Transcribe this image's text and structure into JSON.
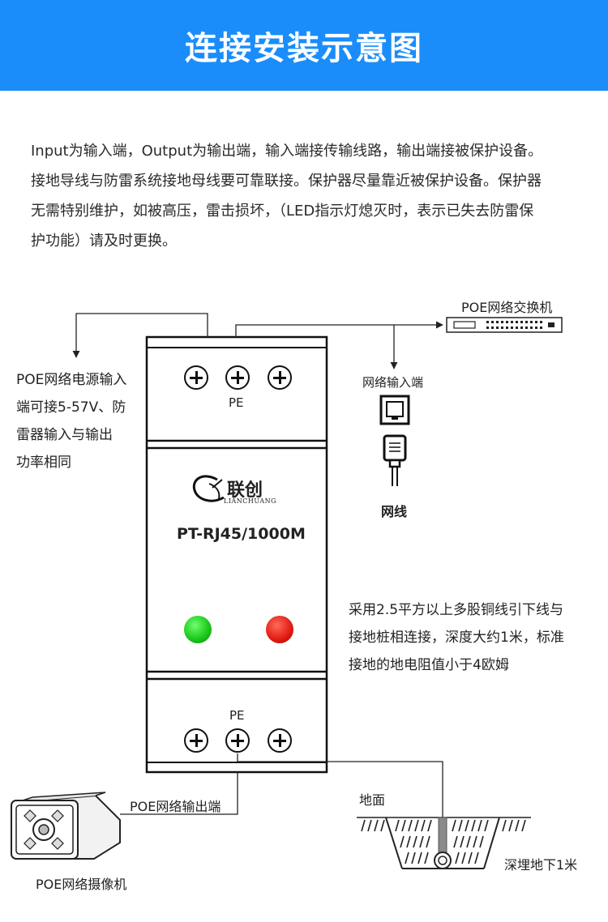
{
  "header": {
    "title": "连接安装示意图"
  },
  "intro": {
    "lines": [
      "Input为输入端，Output为输出端，输入端接传输线路，输出端接被保护设备。",
      "接地导线与防雷系统接地母线要可靠联接。保护器尽量靠近被保护设备。保护器",
      "无需特别维护，如被高压，雷击损坏，（LED指示灯熄灭时，表示已失去防雷保",
      "护功能）请及时更换。"
    ]
  },
  "device": {
    "brand_cn": "联创",
    "brand_en": "LIANCHUANG",
    "model": "PT-RJ45/1000M",
    "top_label": "PE",
    "bottom_label": "PE",
    "led_colors": {
      "green": "#18c418",
      "red": "#e01a10"
    }
  },
  "labels": {
    "switch": "POE网络交换机",
    "net_input": "网络输入端",
    "cable": "网线",
    "output": "POE网络输出端",
    "camera": "POE网络摄像机",
    "ground": "地面",
    "buried": "深埋地下1米"
  },
  "left_note": {
    "lines": [
      "POE网络电源输入",
      "端可接5-57V、防",
      "雷器输入与输出",
      "功率相同"
    ]
  },
  "right_note": {
    "lines": [
      "采用2.5平方以上多股铜线引下线与",
      "接地桩相连接，深度大约1米，标准",
      "接地的地电阻值小于4欧姆"
    ]
  },
  "colors": {
    "header_bg": "#1a8dfb"
  }
}
